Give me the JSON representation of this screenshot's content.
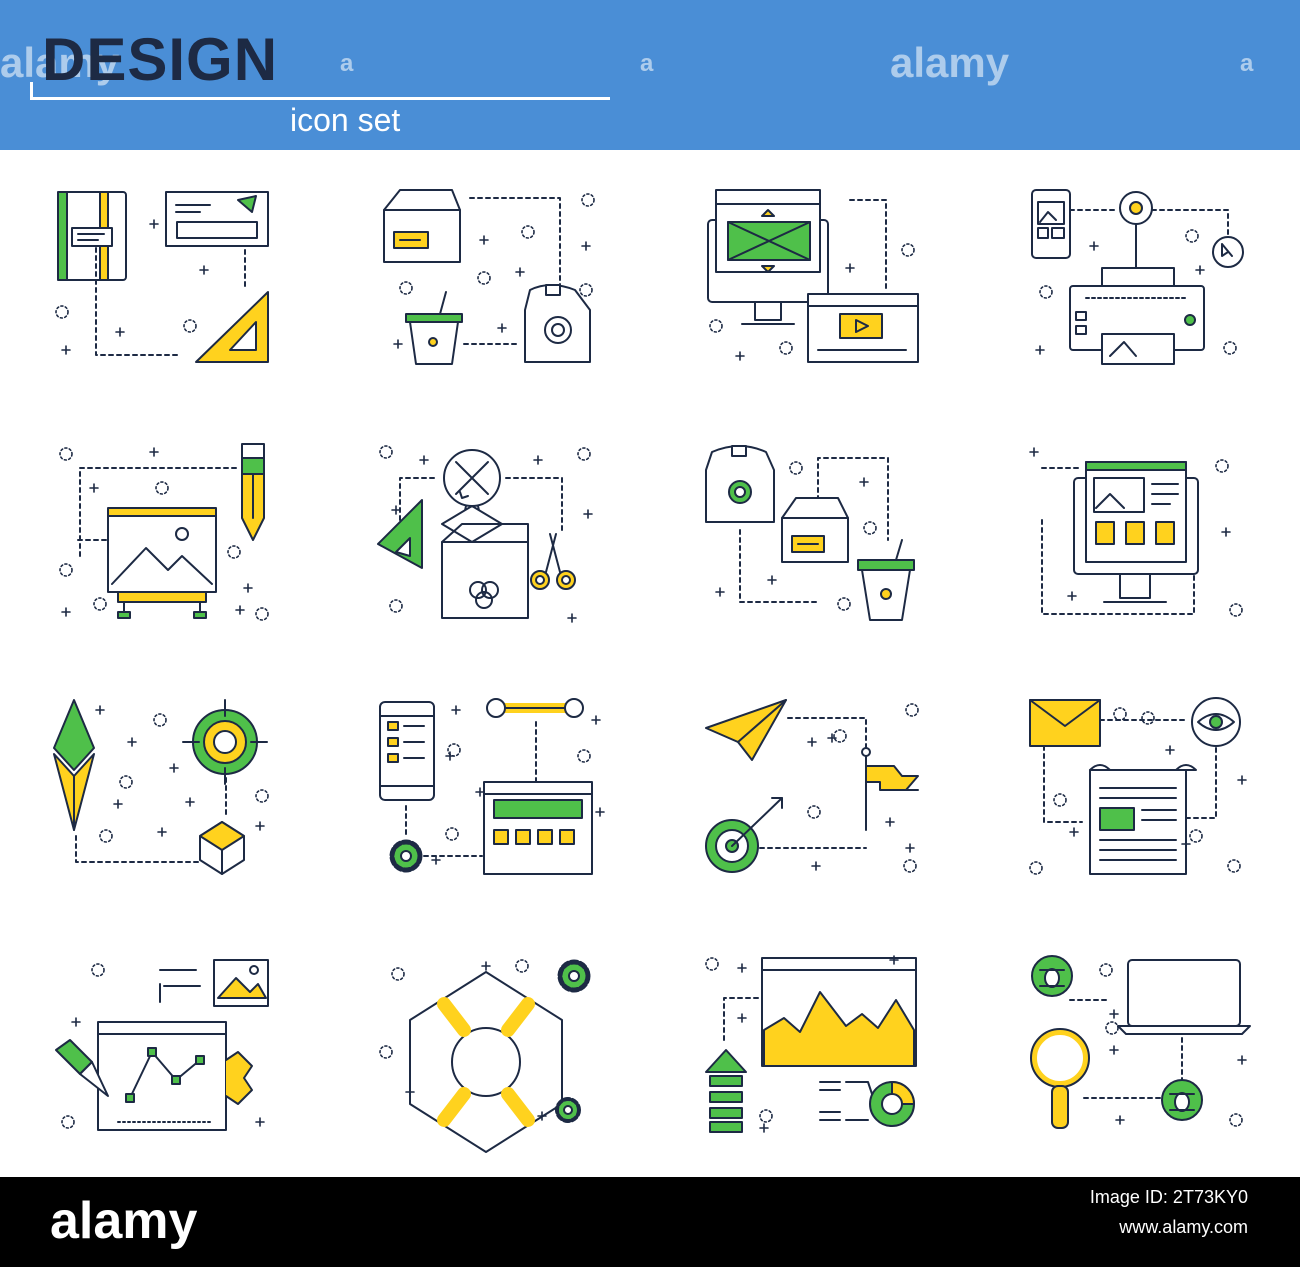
{
  "banner": {
    "title": "DESIGN",
    "subtitle": "icon set",
    "background_color": "#4a8ed6",
    "watermarks": [
      "alamy",
      "a",
      "a",
      "alamy",
      "a"
    ]
  },
  "palette": {
    "stroke": "#1d2a44",
    "green": "#4fc04a",
    "yellow": "#ffd21e",
    "white": "#ffffff"
  },
  "icons": [
    {
      "name": "notebook-ruler-icon"
    },
    {
      "name": "coffee-packaging-icon"
    },
    {
      "name": "monitor-video-icon"
    },
    {
      "name": "printer-icon"
    },
    {
      "name": "easel-pencil-icon"
    },
    {
      "name": "design-tools-box-icon"
    },
    {
      "name": "product-packaging-icon"
    },
    {
      "name": "web-layout-monitor-icon"
    },
    {
      "name": "pen-tip-target-cube-icon"
    },
    {
      "name": "app-settings-icon"
    },
    {
      "name": "paper-plane-target-icon"
    },
    {
      "name": "newsletter-icon"
    },
    {
      "name": "vector-editor-icon"
    },
    {
      "name": "lifebuoy-support-icon"
    },
    {
      "name": "web-analytics-icon"
    },
    {
      "name": "laptop-debug-icon"
    }
  ],
  "footer": {
    "logo": "alamy",
    "image_id": "Image ID: 2T73KY0",
    "url": "www.alamy.com"
  }
}
